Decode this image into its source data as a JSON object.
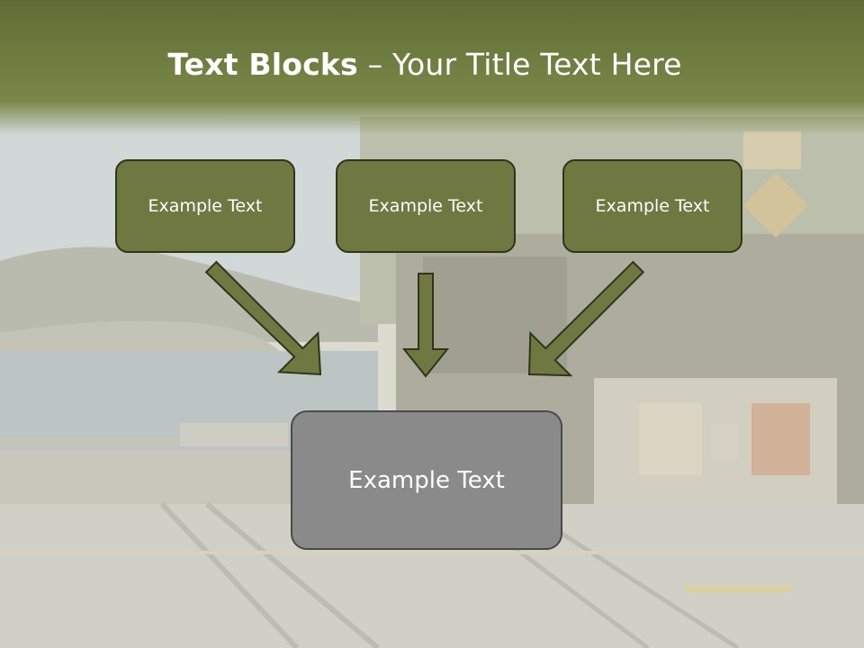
{
  "slide": {
    "title_bold": "Text Blocks",
    "title_rest": " – Your Title Text Here"
  },
  "blocks": {
    "top_left": "Example Text",
    "top_center": "Example Text",
    "top_right": "Example Text",
    "main": "Example Text"
  },
  "colors": {
    "header_green": "#6f7d40",
    "box_green": "#6e7840",
    "box_border": "#2f3519",
    "main_box_gray": "#8a8a8a",
    "text": "#ffffff"
  }
}
